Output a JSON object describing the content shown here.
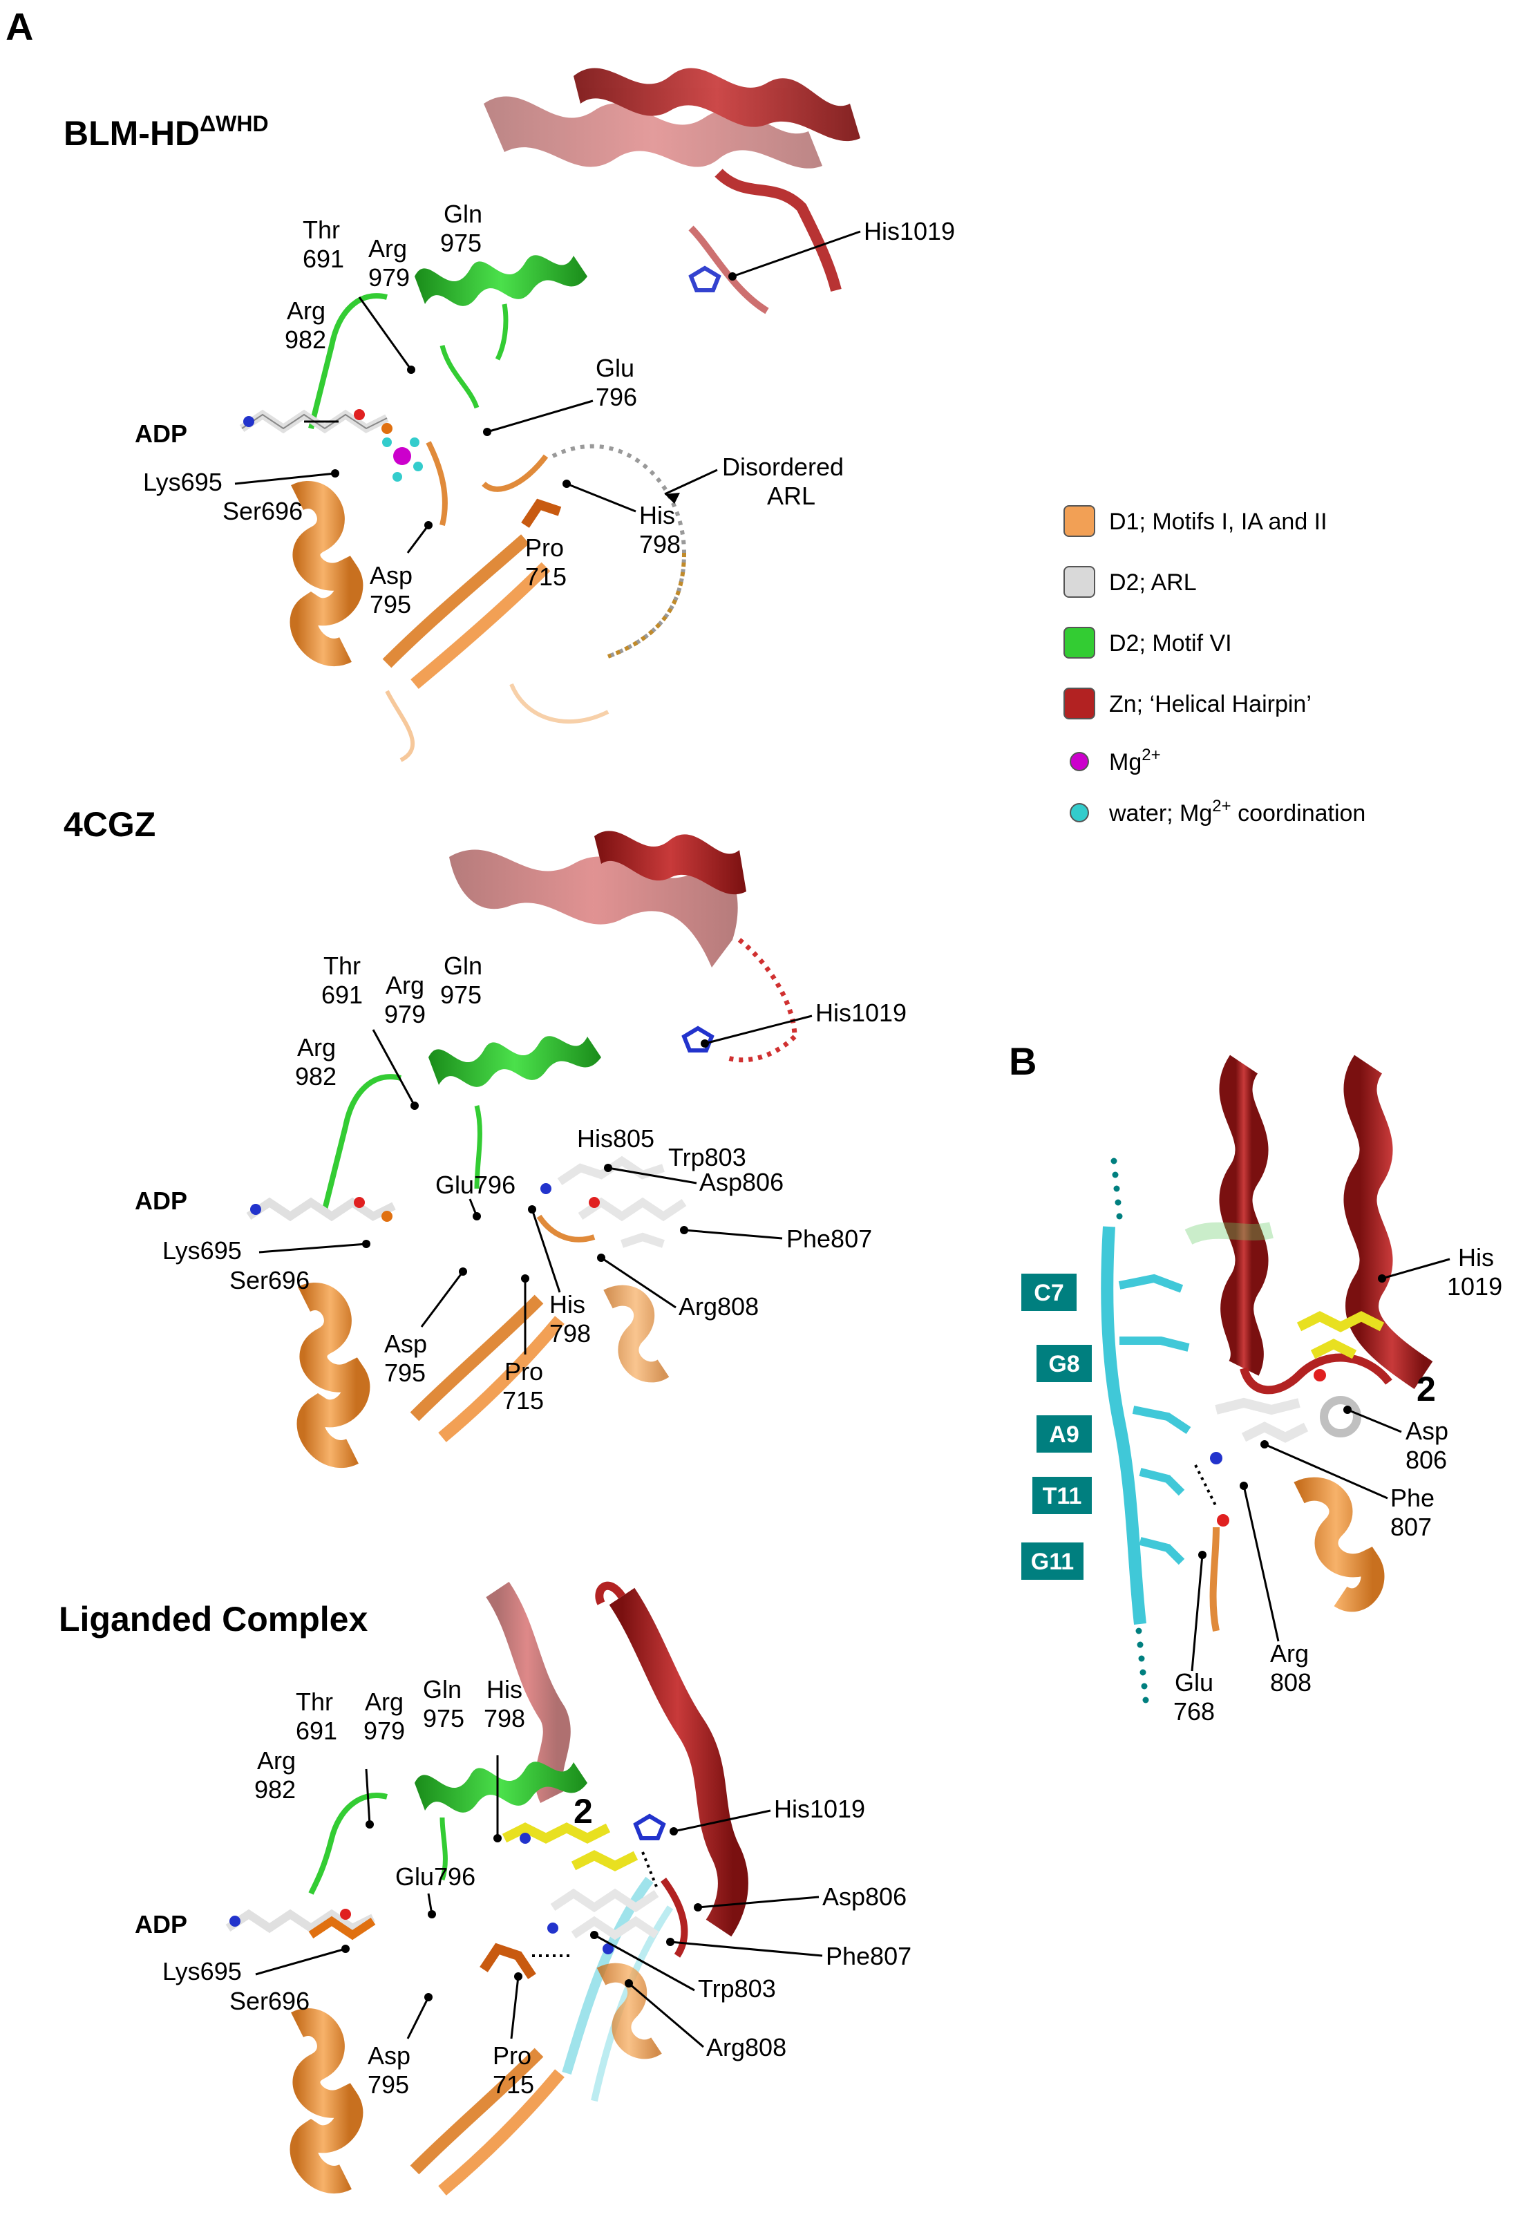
{
  "panels": {
    "a": "A",
    "b": "B"
  },
  "titles": {
    "top_main": "BLM-HD",
    "top_sup": "ΔWHD",
    "mid": "4CGZ",
    "bottom": "Liganded Complex"
  },
  "labels": {
    "adp": "ADP",
    "num2": "2",
    "thr": "Thr",
    "n691": "691",
    "arg": "Arg",
    "n979": "979",
    "n982": "982",
    "gln": "Gln",
    "n975": "975",
    "his": "His",
    "n798": "798",
    "glu": "Glu",
    "n796": "796",
    "asp": "Asp",
    "n795": "795",
    "pro": "Pro",
    "n715": "715",
    "lys695": "Lys695",
    "ser696": "Ser696",
    "his1019": "His1019",
    "disordered": "Disordered",
    "arl": "ARL",
    "glu796": "Glu796",
    "his805": "His805",
    "trp803": "Trp803",
    "asp806": "Asp806",
    "phe807": "Phe807",
    "arg808": "Arg808",
    "b_his": "His",
    "b_1019": "1019",
    "b_asp": "Asp",
    "b_806": "806",
    "b_phe": "Phe",
    "b_807": "807",
    "b_arg": "Arg",
    "b_808": "808",
    "b_glu": "Glu",
    "b_768": "768"
  },
  "nucleotides": [
    "C7",
    "G8",
    "A9",
    "T11",
    "G11"
  ],
  "legend": {
    "d1": "D1; Motifs I, IA and II",
    "arl": "D2; ARL",
    "motif6": "D2; Motif VI",
    "zn": "Zn; ‘Helical Hairpin’",
    "mg": "Mg",
    "mg_sup": "2+",
    "water": "water;  Mg",
    "water_sup": "2+",
    "water_end": " coordination"
  },
  "colors": {
    "d1": "#f2a055",
    "arl": "#d9d9d9",
    "motif6": "#33cc33",
    "zn": "#b22222",
    "mg": "#cc00cc",
    "water": "#33cccc",
    "nucleotide_box": "#007f7f",
    "dna": "#40c8d8",
    "ligand": "#e8e020"
  }
}
